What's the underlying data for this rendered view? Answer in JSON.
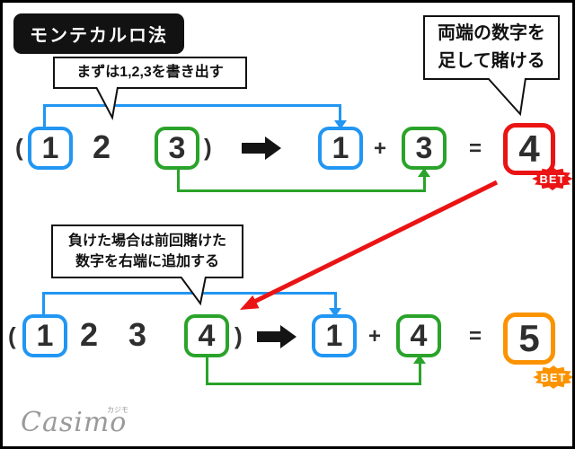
{
  "colors": {
    "blue": "#2196f3",
    "green": "#2aa32a",
    "red": "#ea1414",
    "orange": "#fb9300",
    "black": "#121212"
  },
  "title": "モンテカルロ法",
  "callouts": {
    "write_sequence": "まずは1,2,3を書き出す",
    "bet_both_ends": {
      "line1": "両端の数字を",
      "line2": "足して賭ける"
    },
    "lose_append": {
      "line1": "負けた場合は前回賭けた",
      "line2": "数字を右端に追加する"
    }
  },
  "row1": {
    "open_paren": "(",
    "sequence": [
      "1",
      "2",
      "3"
    ],
    "close_paren": ")",
    "left_operand": "1",
    "plus_sign": "+",
    "right_operand": "3",
    "equals_sign": "=",
    "result": "4",
    "bet_label": "BET"
  },
  "row2": {
    "open_paren": "(",
    "sequence": [
      "1",
      "2",
      "3",
      "4"
    ],
    "close_paren": ")",
    "left_operand": "1",
    "plus_sign": "+",
    "right_operand": "4",
    "equals_sign": "=",
    "result": "5",
    "bet_label": "BET"
  },
  "icons": {
    "flow_arrow": "right-arrow",
    "transfer_arrow": "red-diagonal-arrow",
    "bet_burst": "starburst"
  },
  "logo": {
    "name": "Casimo",
    "furigana": "カジモ"
  }
}
